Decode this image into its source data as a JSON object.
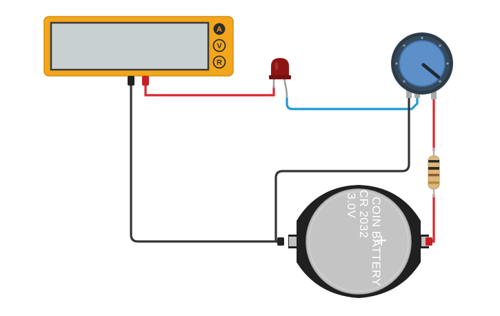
{
  "multimeter": {
    "modes": [
      "A",
      "V",
      "R"
    ],
    "display_value": "",
    "body_color": "#f3a61b",
    "screen_color": "#c9d0d2"
  },
  "battery": {
    "line1": "COIN BATTERY",
    "line2": "CR 2032",
    "line3": "3.0V",
    "polarity": "+"
  },
  "components": {
    "led_color": "#8e1413",
    "potentiometer_knob_color": "#5d8fc9",
    "resistor_body_color": "#dcb77e"
  },
  "wires": {
    "red": "#d9262c",
    "black": "#333333",
    "blue": "#1f9bd1"
  }
}
